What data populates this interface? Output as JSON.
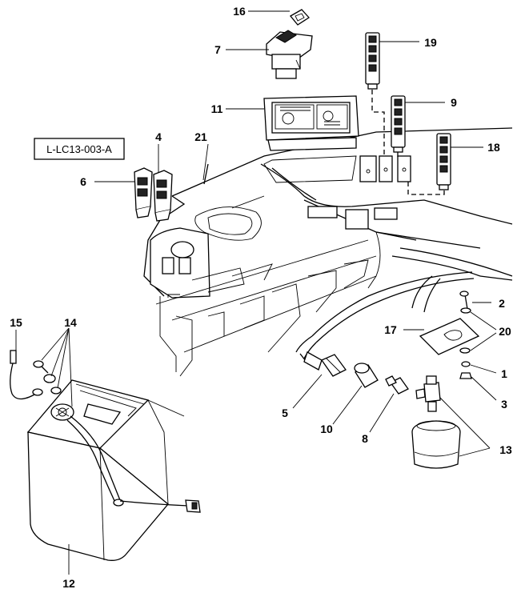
{
  "reference_code": "L-LC13-003-A",
  "callouts": {
    "c1": "1",
    "c2": "2",
    "c3": "3",
    "c4": "4",
    "c5": "5",
    "c6": "6",
    "c7": "7",
    "c8": "8",
    "c9": "9",
    "c10": "10",
    "c11": "11",
    "c12": "12",
    "c13": "13",
    "c14": "14",
    "c15": "15",
    "c16": "16",
    "c17": "17",
    "c18": "18",
    "c19": "19",
    "c20": "20",
    "c21": "21"
  }
}
